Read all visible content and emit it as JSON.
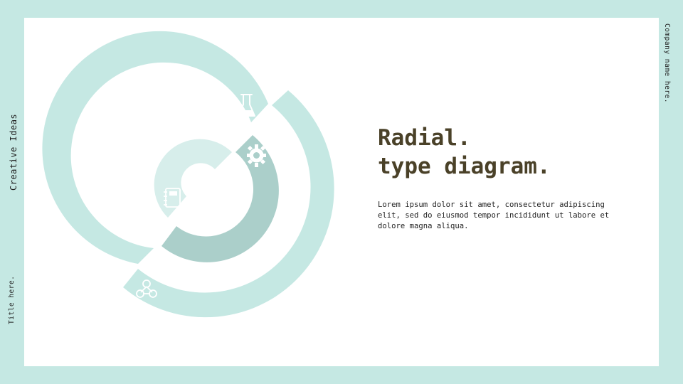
{
  "side": {
    "creative_ideas": "Creative Ideas",
    "title_here": "Title here.",
    "company_name": "Company name here."
  },
  "heading": {
    "line1": "Radial.",
    "line2": "type diagram."
  },
  "body": "Lorem ipsum dolor sit amet, consectetur adipiscing elit, sed do eiusmod tempor incididunt ut labore et dolore magna aliqua.",
  "colors": {
    "frame": "#c5e8e3",
    "ring_outer": "#c5e8e3",
    "ring_middle_dark": "#abcfca",
    "ring_inner_light": "#d7eeeb",
    "title": "#4a4128"
  },
  "icons": [
    "flask-icon",
    "gear-icon",
    "notebook-icon",
    "molecule-icon"
  ]
}
